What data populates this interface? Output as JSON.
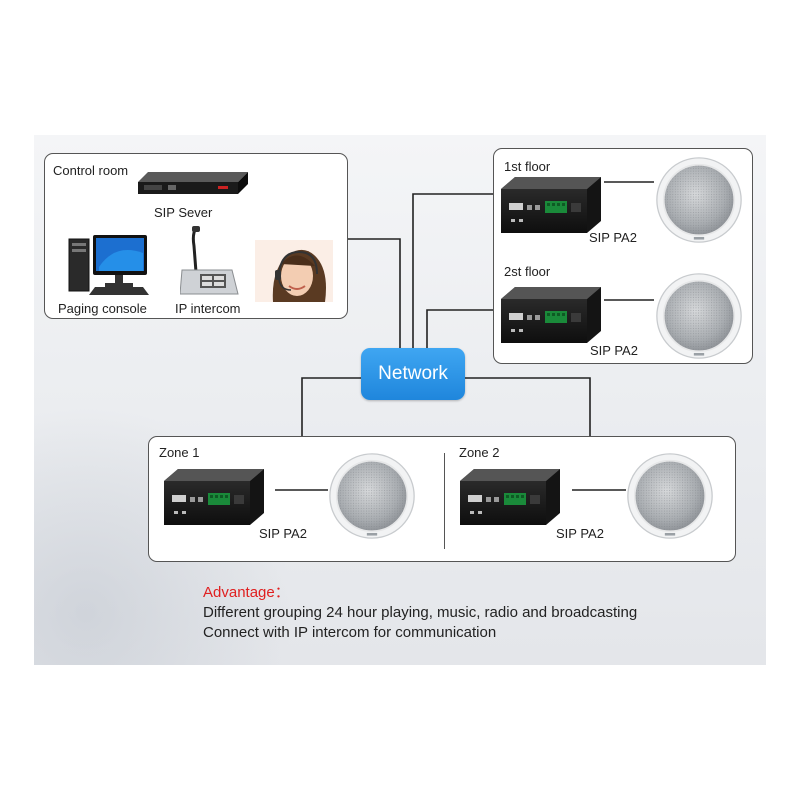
{
  "control_room": {
    "title": "Control room",
    "sip_server_label": "SIP  Sever",
    "paging_console_label": "Paging console",
    "ip_intercom_label": "IP intercom"
  },
  "floors": [
    {
      "title": "1st floor",
      "device_label": "SIP PA2"
    },
    {
      "title": "2st floor",
      "device_label": "SIP PA2"
    }
  ],
  "zones": [
    {
      "title": "Zone 1",
      "device_label": "SIP PA2"
    },
    {
      "title": "Zone 2",
      "device_label": "SIP PA2"
    }
  ],
  "network_label": "Network",
  "advantage": {
    "heading": "Advantage：",
    "lines": [
      "Different grouping 24 hour playing, music, radio and broadcasting",
      "Connect with IP intercom for communication"
    ]
  },
  "colors": {
    "network_fill": "#2896e8",
    "advantage_heading": "#e02020",
    "line": "#222222"
  }
}
